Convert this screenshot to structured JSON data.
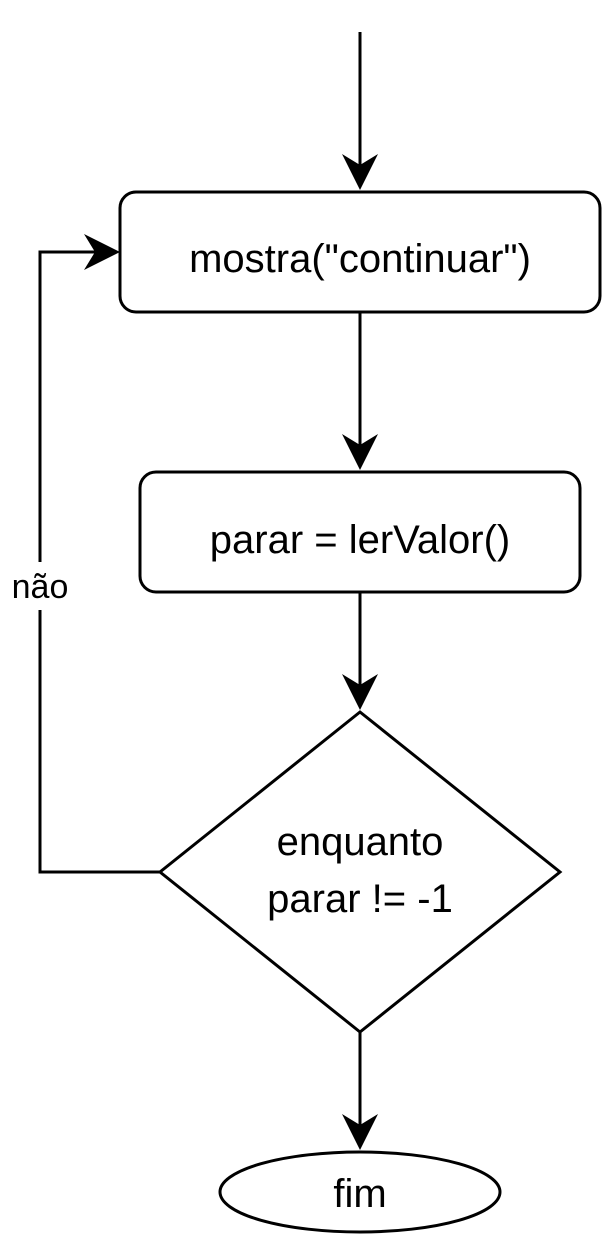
{
  "diagram": {
    "nodes": {
      "show_continue": {
        "label": "mostra(\"continuar\")"
      },
      "read_value": {
        "label": "parar = lerValor()"
      },
      "condition": {
        "line1": "enquanto",
        "line2": "parar != -1"
      },
      "end": {
        "label": "fim"
      }
    },
    "edges": {
      "loop_back": {
        "label": "não"
      }
    }
  }
}
